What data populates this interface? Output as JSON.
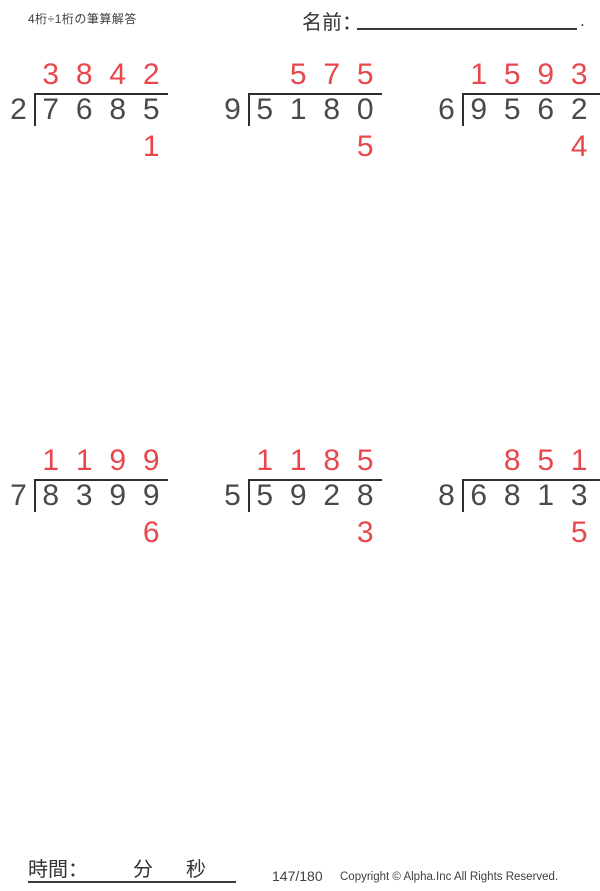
{
  "header": {
    "title": "4桁÷1桁の筆算解答",
    "name_label": "名前：",
    "name_period": "."
  },
  "colors": {
    "answer_red": "#e8474c",
    "ink": "#4a4a4a"
  },
  "problems": [
    {
      "divisor": "2",
      "dividend": [
        "7",
        "6",
        "8",
        "5"
      ],
      "quotient": [
        "3",
        "8",
        "4",
        "2"
      ],
      "remainder": "1"
    },
    {
      "divisor": "9",
      "dividend": [
        "5",
        "1",
        "8",
        "0"
      ],
      "quotient": [
        "",
        "5",
        "7",
        "5"
      ],
      "remainder": "5"
    },
    {
      "divisor": "6",
      "dividend": [
        "9",
        "5",
        "6",
        "2"
      ],
      "quotient": [
        "1",
        "5",
        "9",
        "3"
      ],
      "remainder": "4"
    },
    {
      "divisor": "7",
      "dividend": [
        "8",
        "3",
        "9",
        "9"
      ],
      "quotient": [
        "1",
        "1",
        "9",
        "9"
      ],
      "remainder": "6"
    },
    {
      "divisor": "5",
      "dividend": [
        "5",
        "9",
        "2",
        "8"
      ],
      "quotient": [
        "1",
        "1",
        "8",
        "5"
      ],
      "remainder": "3"
    },
    {
      "divisor": "8",
      "dividend": [
        "6",
        "8",
        "1",
        "3"
      ],
      "quotient": [
        "",
        "8",
        "5",
        "1"
      ],
      "remainder": "5"
    }
  ],
  "footer": {
    "time_label": "時間：",
    "minutes_label": "分",
    "seconds_label": "秒",
    "page_number": "147/180",
    "copyright": "Copyright © Alpha.Inc All Rights Reserved."
  }
}
